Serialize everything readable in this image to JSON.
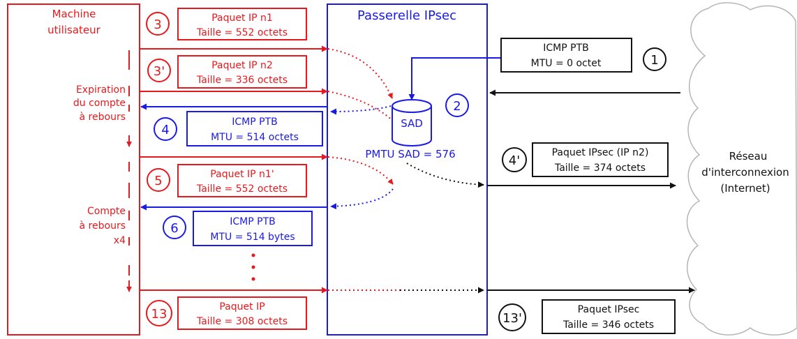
{
  "colors": {
    "red": "#e8191c",
    "blue": "#1a1ae6",
    "black": "#111111",
    "cloud": "#b5b5b5"
  },
  "machine": {
    "title_line1": "Machine",
    "title_line2": "utilisateur"
  },
  "gateway": {
    "title": "Passerelle IPsec"
  },
  "network": {
    "line1": "Réseau",
    "line2": "d'interconnexion",
    "line3": "(Internet)"
  },
  "sad": {
    "label": "SAD",
    "pmtu": "PMTU SAD = 576"
  },
  "timer": {
    "expiry": [
      "Expiration",
      "du compte",
      "à rebours"
    ],
    "countdown": [
      "Compte",
      "à rebours",
      "x4"
    ]
  },
  "steps": {
    "s1": "1",
    "s2": "2",
    "s3": "3",
    "s3p": "3'",
    "s4": "4",
    "s4p": "4'",
    "s5": "5",
    "s6": "6",
    "s13": "13",
    "s13p": "13'"
  },
  "packets": {
    "p3": {
      "line1": "Paquet IP n1",
      "line2": "Taille = 552 octets"
    },
    "p3p": {
      "line1": "Paquet IP n2",
      "line2": "Taille = 336 octets"
    },
    "ptb1": {
      "line1": "ICMP PTB",
      "line2": "MTU = 0 octet"
    },
    "p4": {
      "line1": "ICMP PTB",
      "line2": "MTU = 514 octets"
    },
    "p4p": {
      "line1": "Paquet IPsec (IP n2)",
      "line2": "Taille = 374 octets"
    },
    "p5": {
      "line1": "Paquet IP n1'",
      "line2": "Taille = 552 octets"
    },
    "p6": {
      "line1": "ICMP PTB",
      "line2": "MTU = 514 bytes"
    },
    "p13": {
      "line1": "Paquet IP",
      "line2": "Taille = 308 octets"
    },
    "p13p": {
      "line1": "Paquet IPsec",
      "line2": "Taille = 346 octets"
    }
  }
}
